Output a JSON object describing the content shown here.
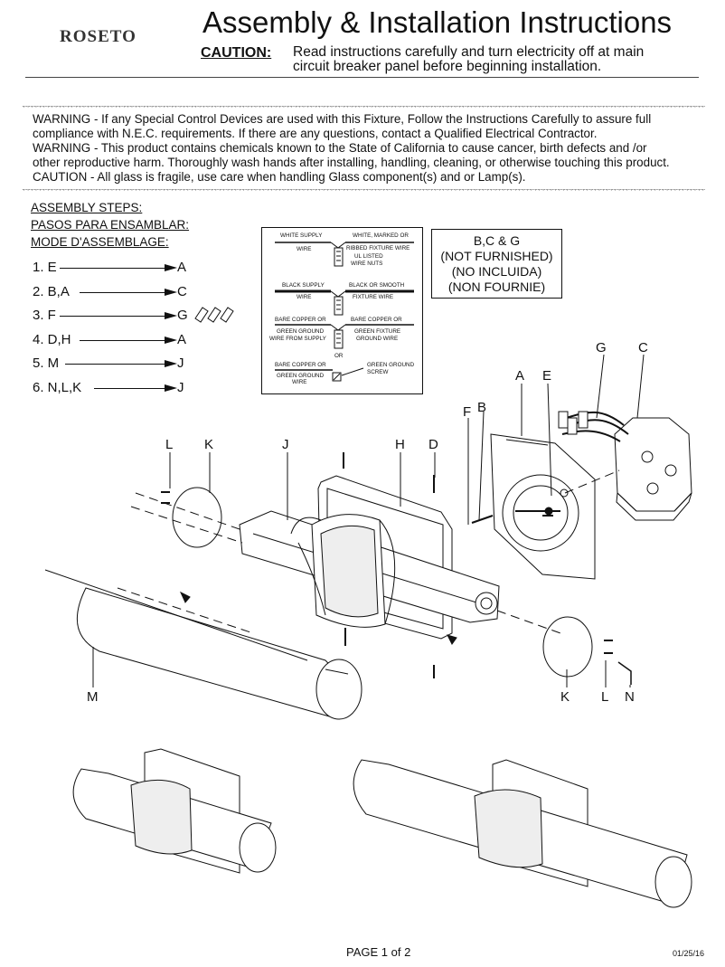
{
  "brand": {
    "logo_text": "ROSETO"
  },
  "header": {
    "title": "Assembly & Installation Instructions",
    "caution_label": "CAUTION:",
    "caution_line1": "Read instructions carefully and turn electricity off at main",
    "caution_line2": "circuit breaker panel before beginning installation."
  },
  "warnings": [
    "WARNING - If any Special Control Devices are used with this Fixture, Follow the Instructions Carefully to assure full",
    "compliance with N.E.C. requirements. If there are any questions, contact a Qualified Electrical Contractor.",
    "WARNING -  This product contains chemicals known to the State of California to cause cancer, birth defects and /or",
    "other reproductive harm.  Thoroughly wash hands after installing, handling, cleaning, or otherwise touching this product.",
    "CAUTION - All glass is fragile, use care when handling Glass component(s) and or Lamp(s)."
  ],
  "assembly": {
    "heading_en": "ASSEMBLY STEPS:",
    "heading_es": "PASOS PARA ENSAMBLAR:",
    "heading_fr": "MODE D'ASSEMBLAGE:",
    "steps": [
      {
        "from": "1. E",
        "to": "A"
      },
      {
        "from": "2. B,A",
        "to": "C"
      },
      {
        "from": "3. F",
        "to": "G"
      },
      {
        "from": "4. D,H",
        "to": "A"
      },
      {
        "from": "5. M",
        "to": "J"
      },
      {
        "from": "6. N,L,K",
        "to": "J"
      }
    ]
  },
  "wiring": {
    "white_supply": "WHITE SUPPLY",
    "wire": "WIRE",
    "white_marked": "WHITE, MARKED OR",
    "ribbed": "RIBBED FIXTURE WIRE",
    "ul_listed": "UL LISTED",
    "wire_nuts": "WIRE NUTS",
    "black_supply": "BLACK SUPPLY",
    "black_smooth": "BLACK OR SMOOTH",
    "fixture_wire": "FIXTURE WIRE",
    "bare_copper": "BARE COPPER OR",
    "green_ground": "GREEN GROUND",
    "wire_from_supply": "WIRE FROM SUPPLY",
    "green_fixture": "GREEN FIXTURE",
    "ground_wire": "GROUND WIRE",
    "or": "OR",
    "green_ground_screw_1": "GREEN GROUND",
    "green_ground_screw_2": "SCREW",
    "green_ground_wire_1": "GREEN GROUND",
    "green_ground_wire_2": "WIRE"
  },
  "not_furnished": {
    "parts": "B,C & G",
    "en": "(NOT FURNISHED)",
    "es": "(NO INCLUIDA)",
    "fr": "(NON FOURNIE)"
  },
  "part_labels": {
    "A": "A",
    "B": "B",
    "C": "C",
    "D": "D",
    "E": "E",
    "F": "F",
    "G": "G",
    "H": "H",
    "J": "J",
    "K": "K",
    "L": "L",
    "M": "M",
    "N": "N"
  },
  "footer": {
    "page": "PAGE 1 of 2",
    "date": "01/25/16"
  }
}
